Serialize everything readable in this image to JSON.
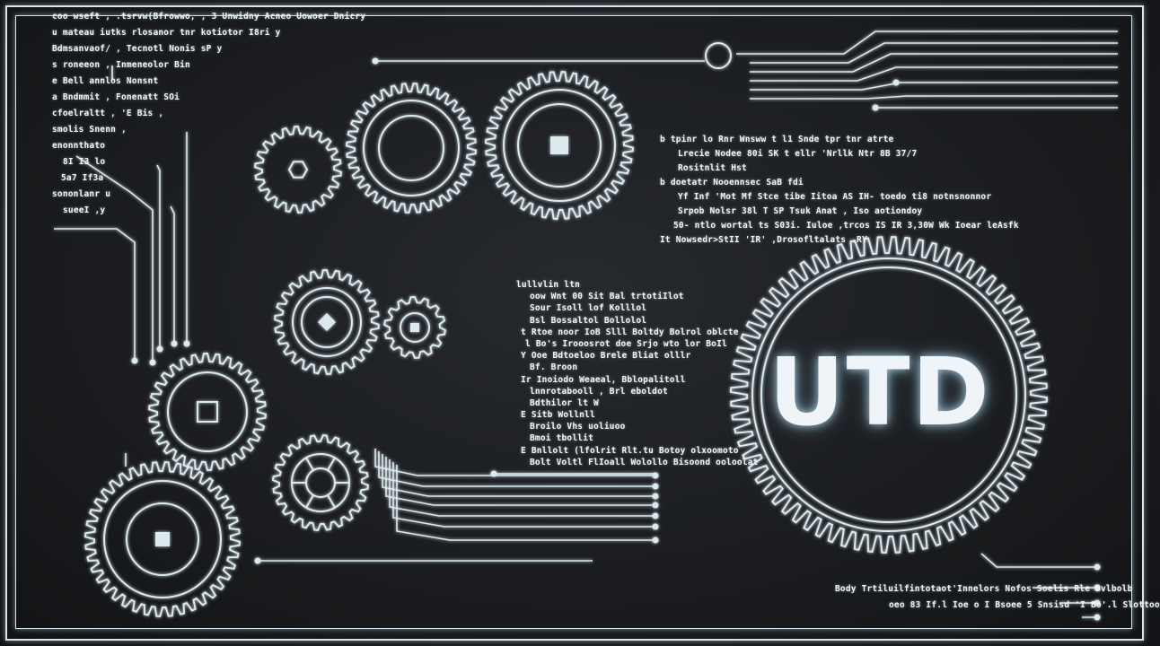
{
  "logo": {
    "text": "UTD"
  },
  "text_blocks": {
    "top_left": [
      "coo wseft , .tsrvw(Bfrowwo,  , 3 Unwidny  Acneo  Uowoer  Dnicry",
      "u    mateau  iutks rlosanor  tnr    kotiotor    I8ri  y",
      "Bdmsanvaof/ ,  Tecnotl  Nonis    sP  y",
      "s  roneeon   ,  Inmeneolor   Bin",
      "e  Bell  annlos     Nonsnt",
      "a  Bndmmit   ,   Fonenatt    SOi",
      "cfoelraltt , 'E   Bis   ,",
      "smolis  Snenn  ,",
      "enonnthato",
      "8I  I3   lo",
      "5a7  If3a",
      "sononlanr  u",
      "sueeI  ,y"
    ],
    "top_right": [
      "b   tpinr   lo  Rnr  Wnsww  t  l1  Snde  tpr  tnr  atrte",
      "Lrecie  Nodee  80i    SK    t  ellr  'Nrllk   Ntr  8B  37/7",
      "Rositnlit  Hst",
      "b   doetatr    Nooennsec         SaB  fdi",
      "Yf    Inf   'Mot  Mf   Stce   tibe  Iitoa  AS  IH-   toedo  ti8  notnsnonnor",
      "Srpob   Nolsr   38l   T   SP   Tsuk  Anat  ,   Iso   aotiondoy",
      "50-   ntlo  wortal  ts   S03i.    Iuloe   ,trcos    IS  IR  3,30W  Wk   Ioear  leAsfk",
      "It    Nowsedr>StII  'IR'   ,Drosofltalats .RY"
    ],
    "center": [
      "lullvlin  ltn",
      "oow  Wnt  00  Sit Bal  trtotiIlot",
      "Sour  Isoll  lof  Kolllol",
      "Bsl  Bossaltol  Bollolol",
      "t  Rtoe  noor  IoB  Slll  Boltdy  Bolrol  oblcte",
      "l  Bo's  Irooosrot  doe   Srjo   wto    lor  BoIl",
      "Y   Ooe  Bdtoeloo  Brele  Bliat  olllr",
      "   Bf.    Broon",
      "Ir   Inoiodo  Weaeal,   Bblopalitoll",
      "lnnrotabooll  ,   Brl  eboldot",
      "Bdthilor  lt  W",
      "E   Sitb  Wollnll",
      "   Broilo  Vhs   uoliuoo",
      "        Bmoi tbollit",
      "E    Bnllolt  (lfolrit  Rlt.tu  Botoy  olxoomoto",
      "Bolt  Voltl  FlIoall  Wolollo  Bisoond  ooloolat"
    ],
    "bottom_right": [
      "Body  Trtiluilfintotaot'Innelors    Nofos    Soelis  Rle  Bvlbolb",
      "oeo  83  If.l   Ioe  o  I  Bsoee  5  Snsisd   'I   Bo'.l  Slottoo"
    ]
  },
  "colors": {
    "line": "#dceaf0",
    "background": "#1c1e21",
    "glow": "#a9d8ef"
  }
}
